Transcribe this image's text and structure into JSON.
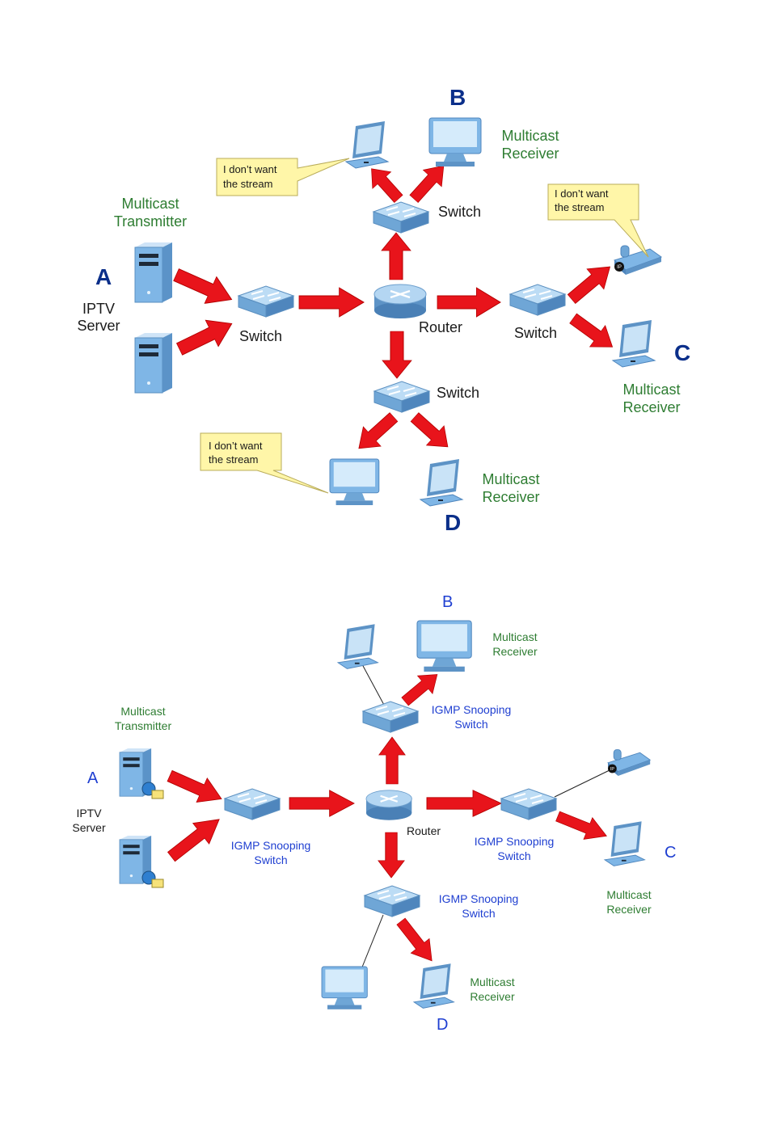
{
  "top": {
    "labels": {
      "B": "B",
      "A": "A",
      "C": "C",
      "D": "D",
      "tx_line1": "Multicast",
      "tx_line2": "Transmitter",
      "server_line1": "IPTV",
      "server_line2": "Server",
      "recv_b1": "Multicast",
      "recv_b2": "Receiver",
      "recv_c1": "Multicast",
      "recv_c2": "Receiver",
      "recv_d1": "Multicast",
      "recv_d2": "Receiver",
      "switch_left": "Switch",
      "switch_top": "Switch",
      "switch_right": "Switch",
      "switch_bottom": "Switch",
      "router": "Router",
      "bubble_1a": "I don’t want",
      "bubble_1b": "the stream",
      "bubble_2a": "I don’t want",
      "bubble_2b": "the stream",
      "bubble_3a": "I don’t want",
      "bubble_3b": "the stream"
    }
  },
  "bottom": {
    "labels": {
      "B": "B",
      "A": "A",
      "C": "C",
      "D": "D",
      "tx_line1": "Multicast",
      "tx_line2": "Transmitter",
      "server_line1": "IPTV",
      "server_line2": "Server",
      "recv_b1": "Multicast",
      "recv_b2": "Receiver",
      "recv_c1": "Multicast",
      "recv_c2": "Receiver",
      "recv_d1": "Multicast",
      "recv_d2": "Receiver",
      "sw_left1": "IGMP Snooping",
      "sw_left2": "Switch",
      "sw_top1": "IGMP Snooping",
      "sw_top2": "Switch",
      "sw_right1": "IGMP Snooping",
      "sw_right2": "Switch",
      "sw_bottom1": "IGMP Snooping",
      "sw_bottom2": "Switch",
      "router": "Router"
    }
  },
  "colors": {
    "arrow": "#e8141b",
    "device": "#7fb6e6",
    "green": "#2e7d32",
    "blue": "#1f3fd1",
    "navy": "#0b2f8a",
    "bubble": "#fff6a8"
  },
  "icons": [
    "switch-icon",
    "router-icon",
    "server-icon",
    "laptop-icon",
    "desktop-icon",
    "ip-phone-icon",
    "red-arrow-icon",
    "speech-bubble-icon"
  ]
}
